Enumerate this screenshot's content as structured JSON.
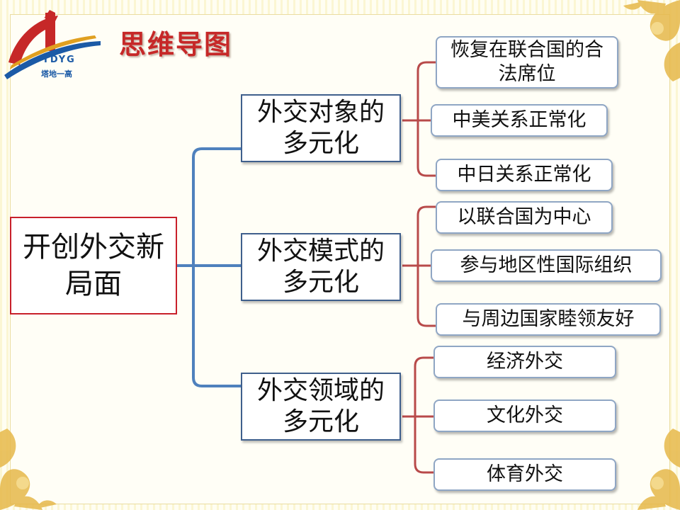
{
  "header": {
    "title": "思维导图",
    "logo_text": "TDYG",
    "logo_subtext": "塔地一高"
  },
  "mindmap": {
    "root": "开创外交新局面",
    "branches": [
      {
        "label": "外交对象的多元化",
        "children": [
          "恢复在联合国的合法席位",
          "中美关系正常化",
          "中日关系正常化"
        ]
      },
      {
        "label": "外交模式的多元化",
        "children": [
          "以联合国为中心",
          "参与地区性国际组织",
          "与周边国家睦领友好"
        ]
      },
      {
        "label": "外交领域的多元化",
        "children": [
          "经济外交",
          "文化外交",
          "体育外交"
        ]
      }
    ]
  },
  "colors": {
    "title": "#c62828",
    "root_border": "#c8202a",
    "root_connector": "#4f81bd",
    "branch_connector": "#b84a4a",
    "branch_border": "#3f5f8c",
    "leaf_border": "#8fa6c4"
  }
}
